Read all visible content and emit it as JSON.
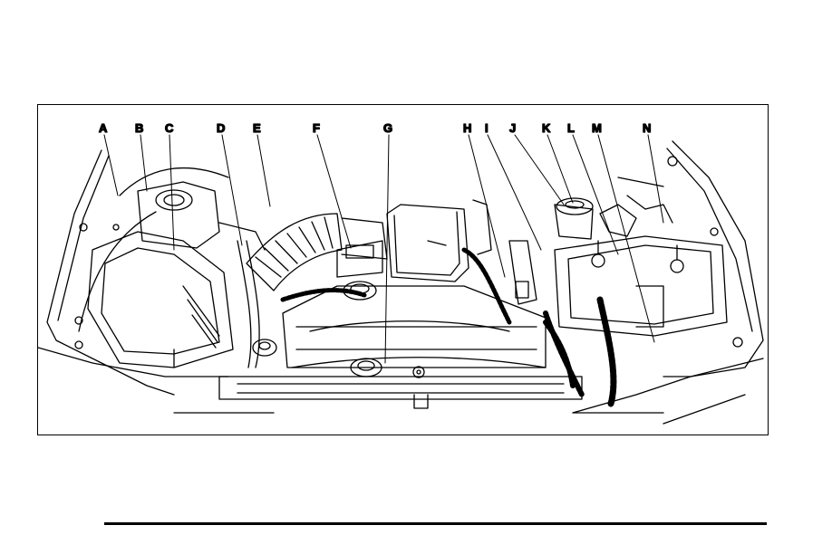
{
  "diagram": {
    "callouts": [
      {
        "id": "A",
        "label": "A"
      },
      {
        "id": "B",
        "label": "B"
      },
      {
        "id": "C",
        "label": "C"
      },
      {
        "id": "D",
        "label": "D"
      },
      {
        "id": "E",
        "label": "E"
      },
      {
        "id": "F",
        "label": "F"
      },
      {
        "id": "G",
        "label": "G"
      },
      {
        "id": "H",
        "label": "H"
      },
      {
        "id": "I",
        "label": "I"
      },
      {
        "id": "J",
        "label": "J"
      },
      {
        "id": "K",
        "label": "K"
      },
      {
        "id": "L",
        "label": "L"
      },
      {
        "id": "M",
        "label": "M"
      },
      {
        "id": "N",
        "label": "N"
      }
    ]
  }
}
